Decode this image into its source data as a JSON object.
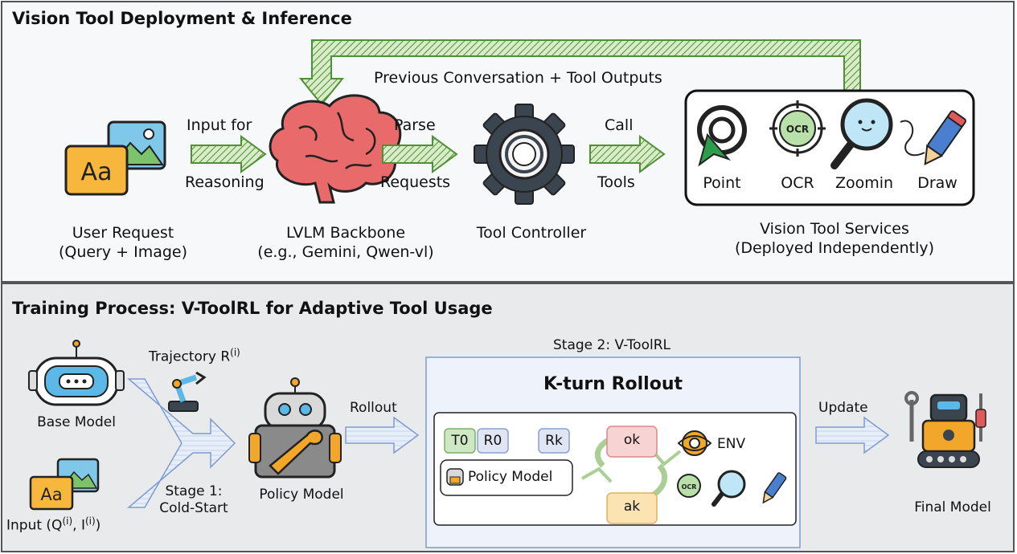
{
  "top": {
    "title": "Vision Tool Deployment & Inference",
    "feedback_label": "Previous Conversation + Tool Outputs",
    "arrow1_top": "Input for",
    "arrow1_bottom": "Reasoning",
    "arrow2_top": "Parse",
    "arrow2_bottom": "Requests",
    "arrow3_top": "Call",
    "arrow3_bottom": "Tools",
    "user_request": "User Request\n(Query + Image)",
    "backbone": "LVLM Backbone\n(e.g., Gemini, Qwen-vl)",
    "controller": "Tool Controller",
    "services": "Vision Tool Services\n(Deployed Independently)",
    "tools": [
      "Point",
      "OCR",
      "Zoomin",
      "Draw"
    ],
    "aa": "Aa",
    "ocr_badge": "OCR"
  },
  "bottom": {
    "title": "Training Process: V-ToolRL for Adaptive Tool Usage",
    "base_model": "Base Model",
    "trajectory": "Trajectory R",
    "trajectory_sup": "(i)",
    "input_label": "Input (Q",
    "input_sup1": "(i)",
    "input_mid": ", I",
    "input_sup2": "(i)",
    "input_end": ")",
    "stage1": "Stage 1:\nCold-Start",
    "policy_model": "Policy Model",
    "rollout": "Rollout",
    "stage2": "Stage 2: V-ToolRL",
    "kturn": "K-turn Rollout",
    "t0": "T0",
    "r0": "R0",
    "rk": "Rk",
    "ok": "ok",
    "ak": "ak",
    "inner_policy": "Policy Model",
    "env": "ENV",
    "update": "Update",
    "final_model": "Final Model"
  },
  "colors": {
    "arrow_green": "#6fa84f",
    "brain_red": "#e06060",
    "gear_dark": "#3b4550",
    "rollout_blue": "#7d9bd0",
    "orange": "#f3a72a",
    "sky_blue": "#5cb8e6"
  }
}
